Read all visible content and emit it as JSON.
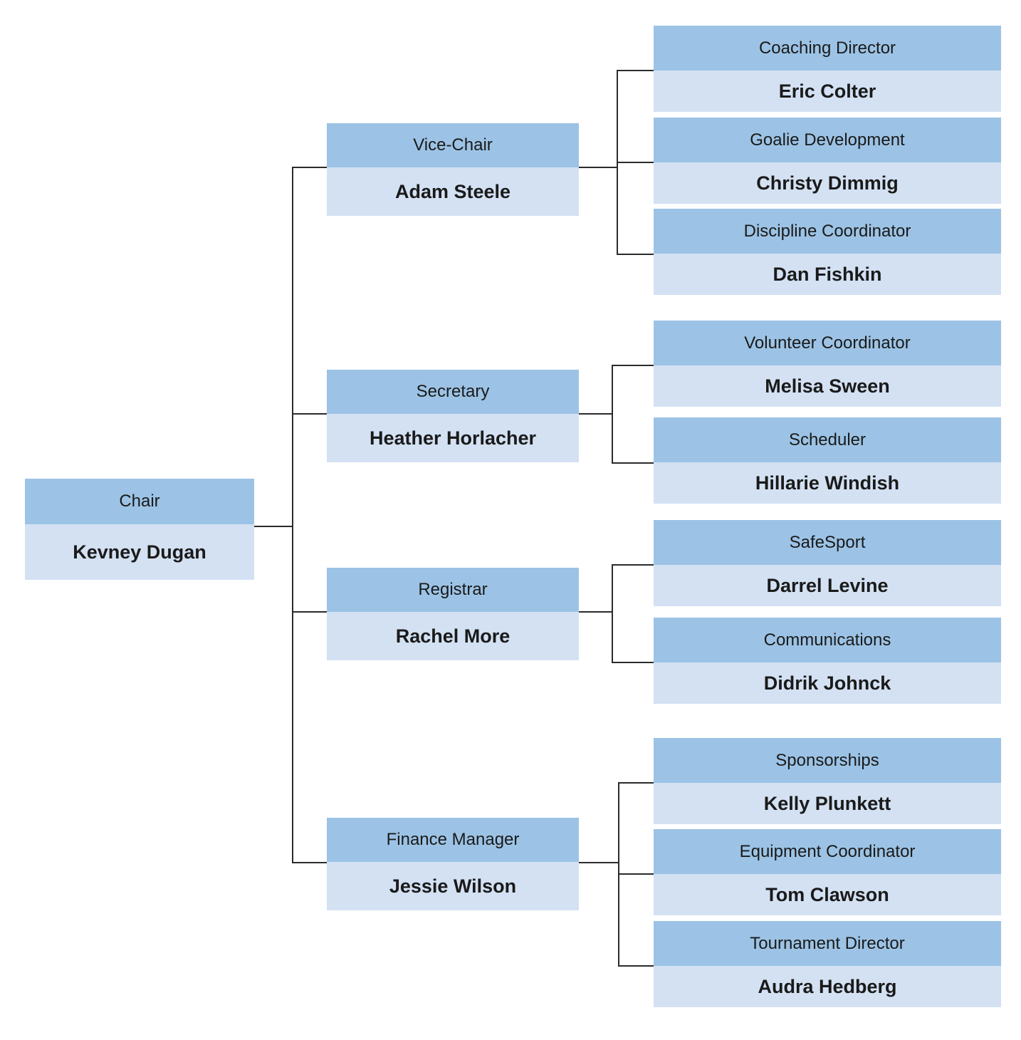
{
  "diagram_type": "org-chart",
  "colors": {
    "page_bg": "#ffffff",
    "role_bg": "#9CC3E5",
    "person_bg": "#D3E1F3",
    "line": "#2b2b2b",
    "text": "#1a1a1a"
  },
  "org": {
    "root": {
      "role": "Chair",
      "person": "Kevney Dugan"
    },
    "branches": [
      {
        "role": "Vice-Chair",
        "person": "Adam Steele",
        "children": [
          {
            "role": "Coaching Director",
            "person": "Eric Colter"
          },
          {
            "role": "Goalie Development",
            "person": "Christy Dimmig"
          },
          {
            "role": "Discipline Coordinator",
            "person": "Dan Fishkin"
          }
        ]
      },
      {
        "role": "Secretary",
        "person": "Heather Horlacher",
        "children": [
          {
            "role": "Volunteer Coordinator",
            "person": "Melisa Sween"
          },
          {
            "role": "Scheduler",
            "person": "Hillarie Windish"
          }
        ]
      },
      {
        "role": "Registrar",
        "person": "Rachel More",
        "children": [
          {
            "role": "SafeSport",
            "person": "Darrel Levine"
          },
          {
            "role": "Communications",
            "person": "Didrik Johnck"
          }
        ]
      },
      {
        "role": "Finance Manager",
        "person": "Jessie Wilson",
        "children": [
          {
            "role": "Sponsorships",
            "person": "Kelly Plunkett"
          },
          {
            "role": "Equipment Coordinator",
            "person": "Tom Clawson"
          },
          {
            "role": "Tournament Director",
            "person": "Audra Hedberg"
          }
        ]
      }
    ]
  }
}
